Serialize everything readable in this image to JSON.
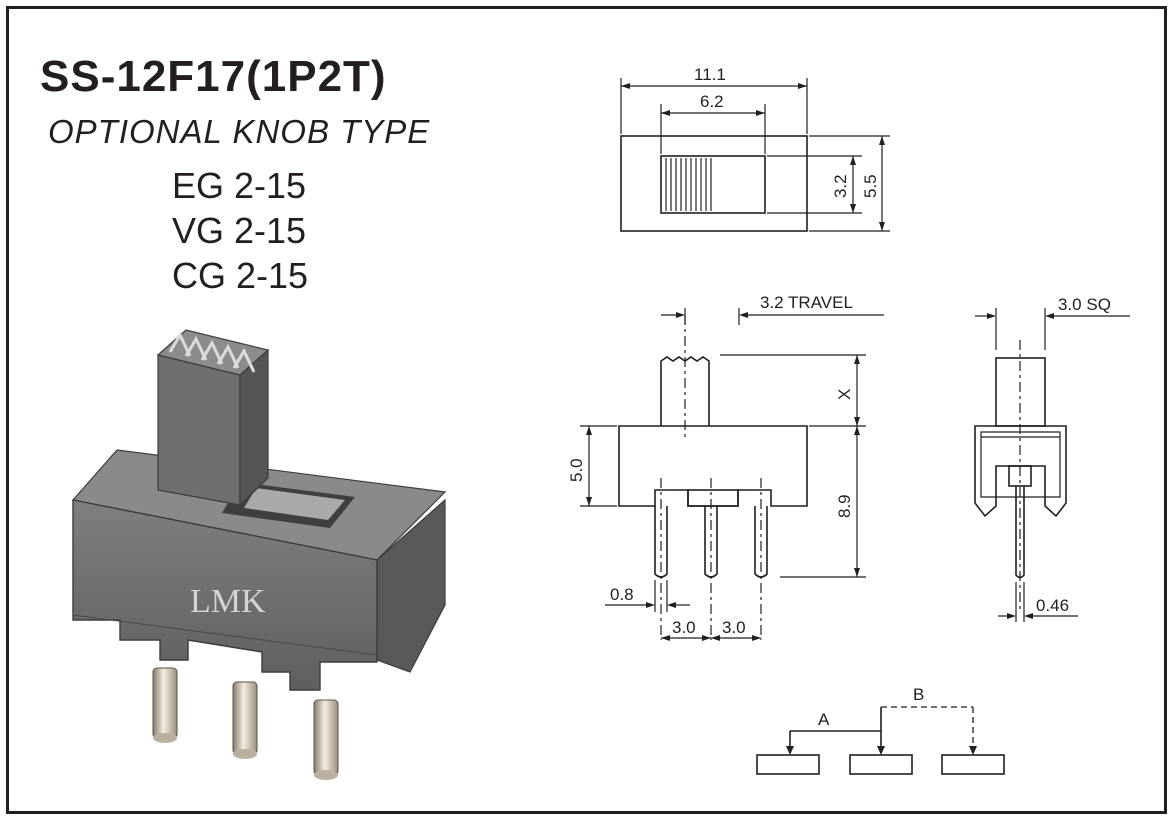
{
  "title": "SS-12F17(1P2T)",
  "subtitle": "OPTIONAL KNOB TYPE",
  "variants": [
    "EG 2-15",
    "VG 2-15",
    "CG 2-15"
  ],
  "brand": "LMK",
  "top_view": {
    "width": "11.1",
    "slot_width": "6.2",
    "slot_height": "3.2",
    "height": "5.5"
  },
  "front_view": {
    "travel": "3.2 TRAVEL",
    "actuator_height": "X",
    "body_height": "5.0",
    "total_height": "8.9",
    "pin_width": "0.8",
    "pitch_1": "3.0",
    "pitch_2": "3.0"
  },
  "side_view": {
    "knob_size": "3.0 SQ",
    "pin_thickness": "0.46"
  },
  "schematic": {
    "position_a": "A",
    "position_b": "B"
  }
}
